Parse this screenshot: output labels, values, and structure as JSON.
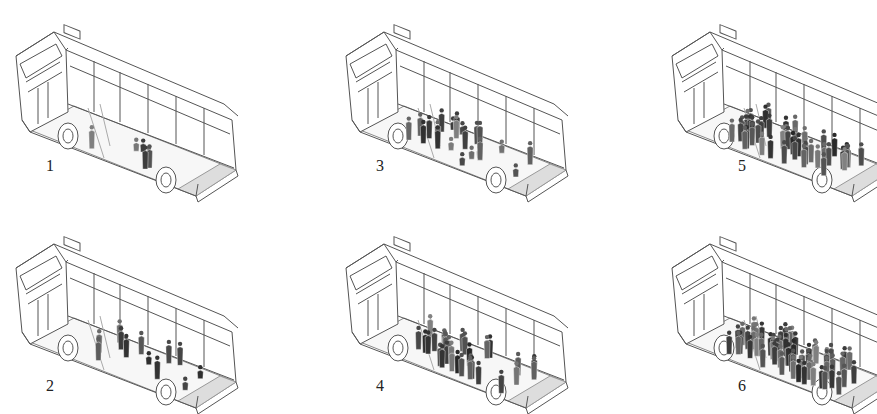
{
  "diagram": {
    "labels": [
      "1",
      "3",
      "5",
      "2",
      "4",
      "6"
    ]
  }
}
